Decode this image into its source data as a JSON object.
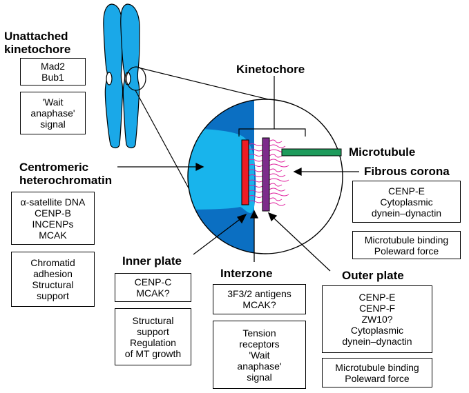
{
  "colors": {
    "chromatid_light": "#1aa8e8",
    "heterochromatin_dark": "#0b6fc2",
    "heterochromatin_light": "#18b4ec",
    "inner_plate": "#ee1c24",
    "outer_plate": "#7d2b8b",
    "microtubule": "#1e9b5c",
    "corona_fibers": "#e0209e"
  },
  "labels": {
    "unattached": [
      "Unattached",
      "kinetochore"
    ],
    "kinetochore": "Kinetochore",
    "microtubule": "Microtubule",
    "fibrous_corona": "Fibrous corona",
    "centromeric": [
      "Centromeric",
      "heterochromatin"
    ],
    "inner_plate": "Inner plate",
    "interzone": "Interzone",
    "outer_plate": "Outer plate"
  },
  "boxes": {
    "unattached_proteins": [
      "Mad2",
      "Bub1"
    ],
    "unattached_function": [
      "'Wait",
      "anaphase'",
      "signal"
    ],
    "centromeric_proteins": [
      "α-satellite DNA",
      "CENP-B",
      "INCENPs",
      "MCAK"
    ],
    "centromeric_function": [
      "Chromatid",
      "adhesion",
      "Structural",
      "support"
    ],
    "corona_proteins": [
      "CENP-E",
      "Cytoplasmic",
      "dynein–dynactin"
    ],
    "corona_function": [
      "Microtubule binding",
      "Poleward force"
    ],
    "inner_proteins": [
      "CENP-C",
      "MCAK?"
    ],
    "inner_function": [
      "Structural",
      "support",
      "Regulation",
      "of MT growth"
    ],
    "interzone_proteins": [
      "3F3/2 antigens",
      "MCAK?"
    ],
    "interzone_function": [
      "Tension",
      "receptors",
      "'Wait",
      "anaphase'",
      "signal"
    ],
    "outer_proteins": [
      "CENP-E",
      "CENP-F",
      "ZW10?",
      "Cytoplasmic",
      "dynein–dynactin"
    ],
    "outer_function": [
      "Microtubule binding",
      "Poleward force"
    ]
  }
}
